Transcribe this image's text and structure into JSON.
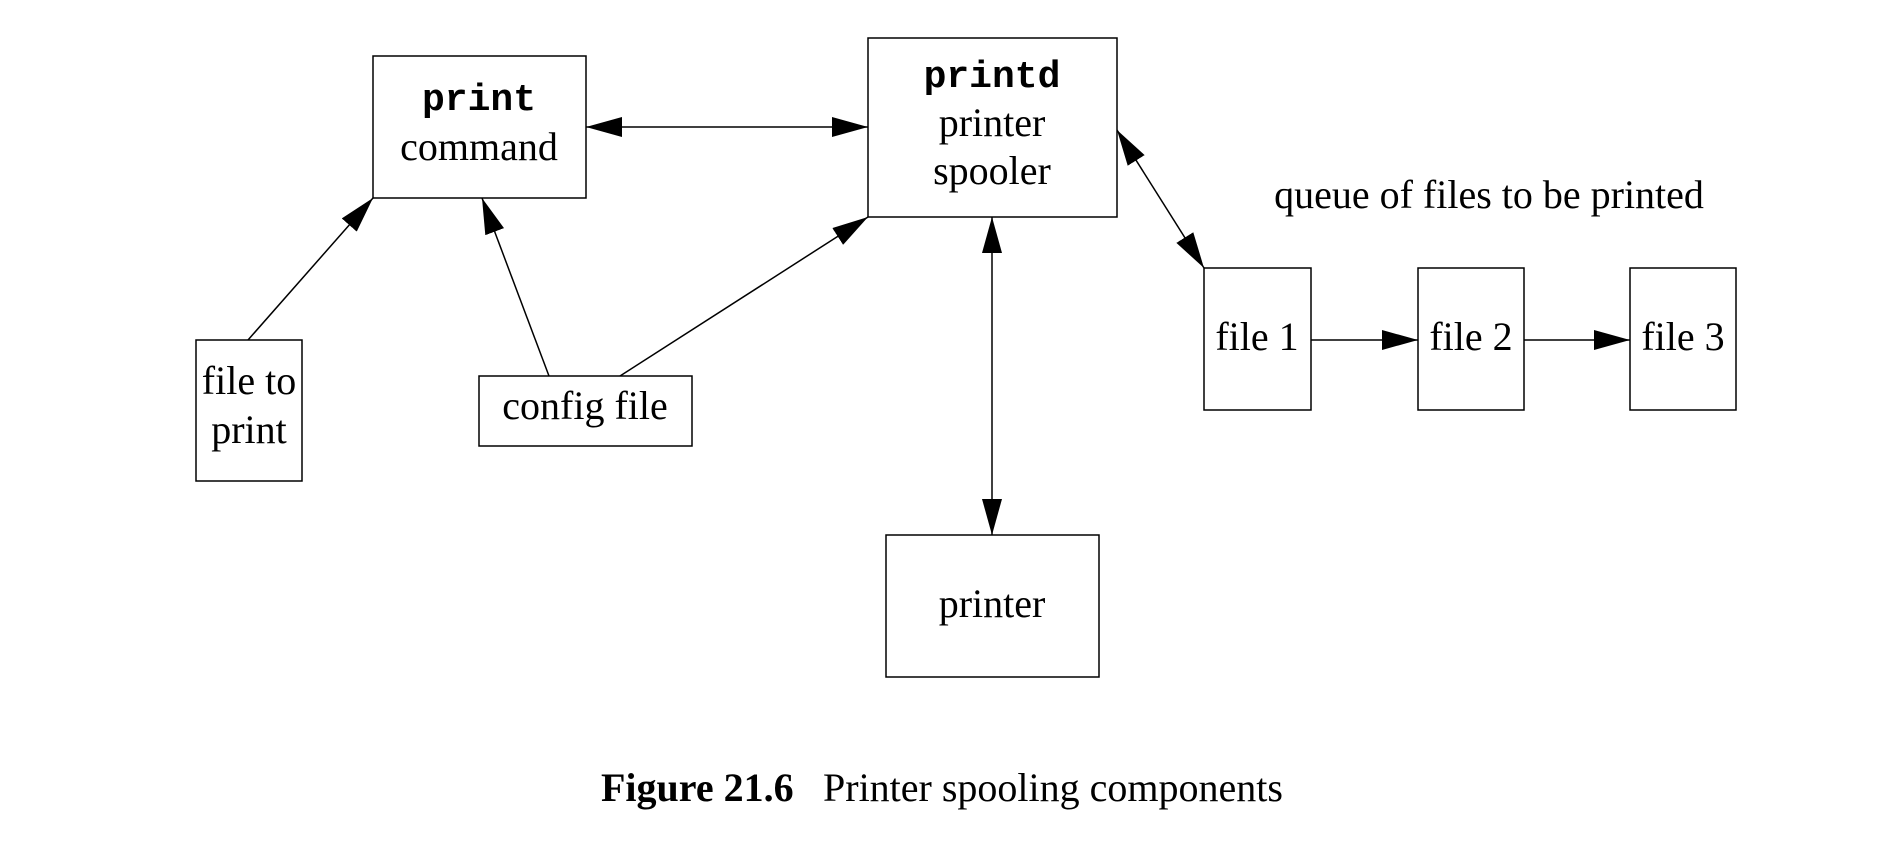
{
  "nodes": {
    "print_command": {
      "line1": "print",
      "line2": "command"
    },
    "printd": {
      "line1": "printd",
      "line2": "printer",
      "line3": "spooler"
    },
    "file_to_print": {
      "line1": "file to",
      "line2": "print"
    },
    "config_file": {
      "label": "config file"
    },
    "printer": {
      "label": "printer"
    },
    "file1": {
      "label": "file 1"
    },
    "file2": {
      "label": "file 2"
    },
    "file3": {
      "label": "file 3"
    }
  },
  "queue_label": "queue of files to be printed",
  "caption": {
    "number": "Figure 21.6",
    "text": "Printer spooling components"
  }
}
